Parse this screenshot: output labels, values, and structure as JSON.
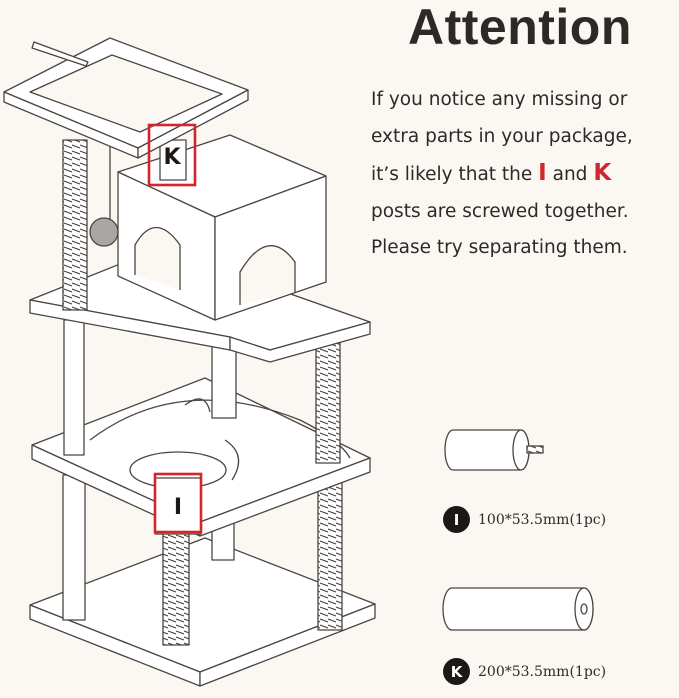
{
  "title": "Attention",
  "notice": {
    "line1": "If you notice any missing or",
    "line2": "extra parts in your package,",
    "line3_a": "it’s likely that the ",
    "mark_i": "I",
    "line3_b": " and ",
    "mark_k": "K",
    "line4": "posts are screwed together.",
    "line5": "Please try separating them."
  },
  "callouts": {
    "k_label": "K",
    "i_label": "I"
  },
  "parts": [
    {
      "badge": "I",
      "spec": "100*53.5mm(1pc)"
    },
    {
      "badge": "K",
      "spec": "200*53.5mm(1pc)"
    }
  ],
  "colors": {
    "background": "#fbf8f4",
    "highlight_red": "#d2262c",
    "ink": "#2d2926",
    "badge_dark": "#1d1715"
  }
}
